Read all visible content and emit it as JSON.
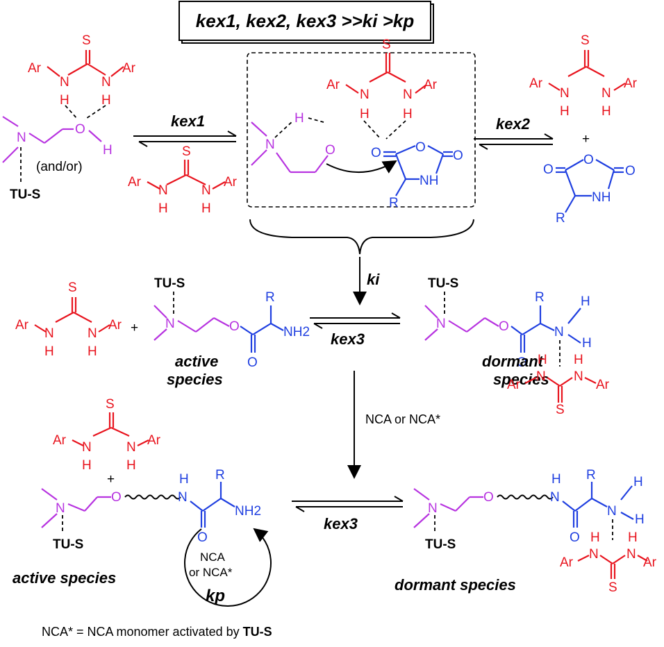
{
  "header": {
    "box_text": "kex1, kex2, kex3 >>ki >kp"
  },
  "rate_labels": {
    "kex1": "kex1",
    "kex2": "kex2",
    "ki": "ki",
    "kex3_top": "kex3",
    "kex3_bottom": "kex3",
    "kp": "kp"
  },
  "atoms": {
    "Ar": "Ar",
    "N": "N",
    "H": "H",
    "S": "S",
    "O": "O",
    "R": "R",
    "NH": "NH",
    "NH2": "NH2",
    "plus": "+"
  },
  "notes": {
    "and_or": "(and/or)",
    "tus": "TU-S",
    "active_species": "active species",
    "active_line1": "active",
    "active_line2": "species",
    "dormant_line1": "dormant",
    "dormant_line2": "species",
    "active_species_bottom": "active species",
    "dormant_species_bottom": "dormant species",
    "nca_or_nca": "NCA or NCA*",
    "nca_cycle_1": "NCA",
    "nca_cycle_2": "or NCA*",
    "footnote_prefix": "NCA* = NCA monomer activated by ",
    "footnote_bold": "TU-S"
  }
}
